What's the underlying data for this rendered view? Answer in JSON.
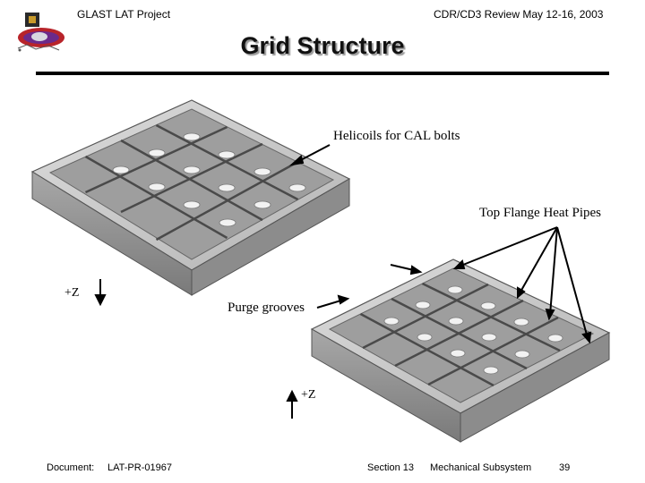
{
  "header": {
    "project": "GLAST LAT Project",
    "review": "CDR/CD3 Review May 12-16, 2003"
  },
  "slide": {
    "title": "Grid Structure",
    "callouts": {
      "helicoils": "Helicoils for CAL bolts",
      "heat_pipes": "Top Flange Heat Pipes",
      "purge_grooves": "Purge grooves"
    },
    "axis_labels": {
      "left": "+Z",
      "right": "+Z"
    }
  },
  "footer": {
    "document_label": "Document:",
    "document_id": "LAT-PR-01967",
    "section": "Section 13",
    "subsystem": "Mechanical Subsystem",
    "page": "39"
  },
  "colors": {
    "rule": "#000000",
    "grid_fill": "#c8c8c8",
    "grid_dark": "#6f6f6f"
  },
  "icons": [
    "glast-logo",
    "arrow-down-icon",
    "arrow-up-icon"
  ]
}
